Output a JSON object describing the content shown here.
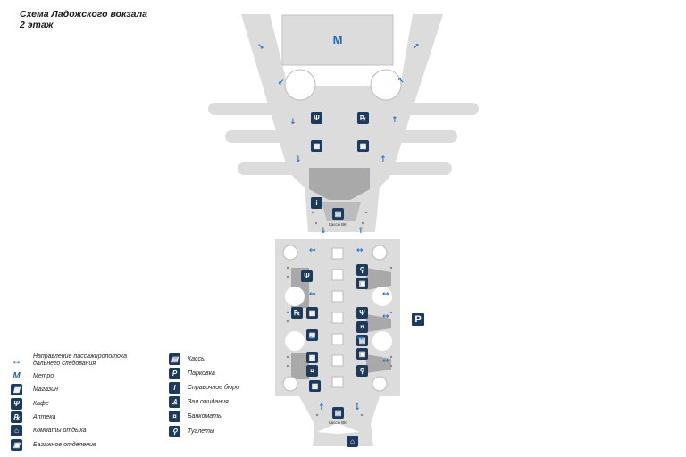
{
  "title": {
    "line1": "Схема Ладожского вокзала",
    "line2": "2 этаж"
  },
  "map": {
    "metro_symbol": "M",
    "kassy_label": "Кассы ВК",
    "parking_symbol": "P"
  },
  "legend_left": [
    {
      "icon": "double-arrow-icon",
      "glyph": "↔",
      "label": "Направление пассажиропотока\nдальнего следования"
    },
    {
      "icon": "metro-icon",
      "glyph": "M",
      "label": "Метро"
    },
    {
      "icon": "shop-icon",
      "glyph": "▦",
      "label": "Магазин"
    },
    {
      "icon": "cafe-icon",
      "glyph": "Ψ",
      "label": "Кафе"
    },
    {
      "icon": "pharmacy-icon",
      "glyph": "℞",
      "label": "Аптека"
    },
    {
      "icon": "rest-room-icon",
      "glyph": "⌂",
      "label": "Комнаты отдыха"
    },
    {
      "icon": "luggage-icon",
      "glyph": "▣",
      "label": "Багажное отделение"
    }
  ],
  "legend_right": [
    {
      "icon": "ticket-office-icon",
      "glyph": "▤",
      "label": "Кассы"
    },
    {
      "icon": "parking-icon",
      "glyph": "P",
      "label": "Парковка"
    },
    {
      "icon": "info-icon",
      "glyph": "i",
      "label": "Справочное бюро"
    },
    {
      "icon": "waiting-room-icon",
      "glyph": "♙",
      "label": "Зал ожидания"
    },
    {
      "icon": "atm-icon",
      "glyph": "¤",
      "label": "Банкоматы"
    },
    {
      "icon": "toilet-icon",
      "glyph": "⚲",
      "label": "Туалеты"
    }
  ],
  "colors": {
    "floor": "#dcdcdc",
    "dark_zone": "#a9a9a9",
    "icon_bg": "#1d3a5c",
    "arrow": "#2a74c0"
  }
}
